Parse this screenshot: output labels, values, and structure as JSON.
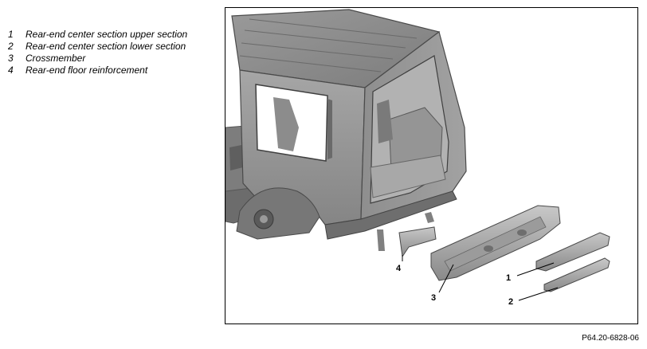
{
  "legend": [
    {
      "number": "1",
      "label": "Rear-end center section upper section"
    },
    {
      "number": "2",
      "label": "Rear-end center section lower section"
    },
    {
      "number": "3",
      "label": "Crossmember"
    },
    {
      "number": "4",
      "label": "Rear-end floor reinforcement"
    }
  ],
  "callouts": [
    "1",
    "2",
    "3",
    "4"
  ],
  "figure_ref": "P64.20-6828-06"
}
